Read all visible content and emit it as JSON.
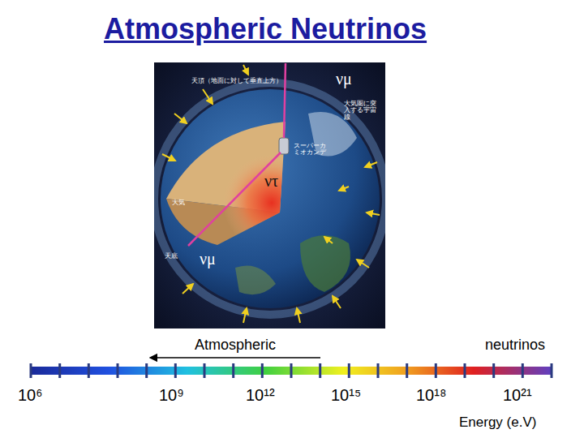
{
  "diagram": {
    "title": "Atmospheric Neutrinos",
    "labels": [
      "νμ",
      "ντ",
      "νμ",
      "天頂（地面に対して垂直上方）",
      "大気圏に突入する宇宙線",
      "スーパーカミオカンデ",
      "大気",
      "天底",
      "Atmospheric",
      "neutrinos",
      "10⁶",
      "10⁹",
      "10¹²",
      "10¹⁵",
      "10¹⁸",
      "10²¹",
      "Energy (e.V)"
    ]
  }
}
